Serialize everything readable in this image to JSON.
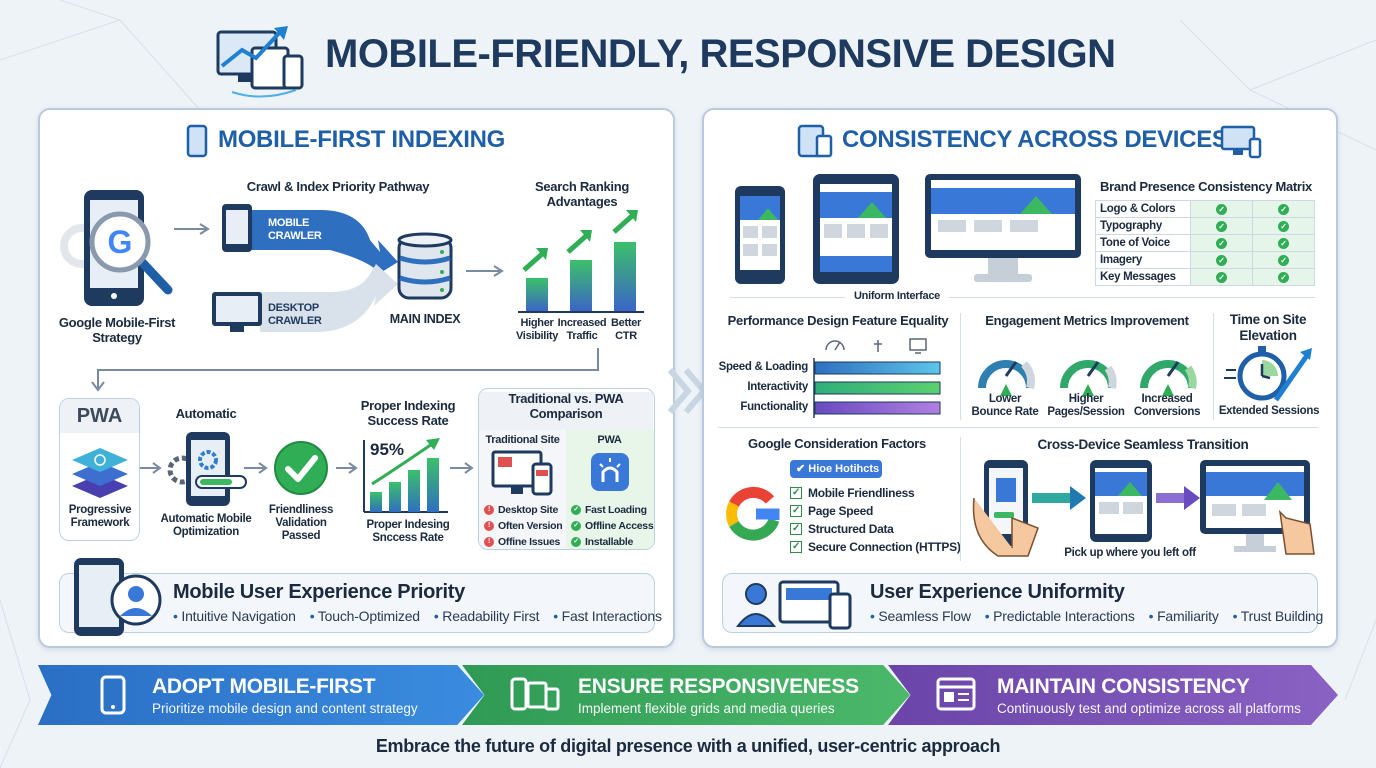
{
  "title": "MOBILE-FRIENDLY, RESPONSIVE DESIGN",
  "left": {
    "header": "MOBILE-FIRST INDEXING",
    "google_strategy_label": "Google Mobile-First\nStrategy",
    "crawl_title": "Crawl & Index Priority Pathway",
    "mobile_crawler": "MOBILE\nCRAWLER",
    "desktop_crawler": "DESKTOP\nCRAWLER",
    "main_index": "MAIN INDEX",
    "ranking_title": "Search Ranking\nAdvantages",
    "ranking_labels": [
      "Higher\nVisibility",
      "Increased\nTraffic",
      "Better\nCTR"
    ],
    "pwa_logo": "PWA",
    "pwa_label": "Progressive\nFramework",
    "automatic_title": "Automatic",
    "automatic_label": "Automatic Mobile\nOptimization",
    "validation_label": "Friendliness\nValidation\nPassed",
    "indexing_title": "Proper Indexing\nSuccess Rate",
    "indexing_percent": "95%",
    "indexing_label": "Proper Indesing\nSnccess Rate",
    "comparison": {
      "title": "Traditional vs. PWA\nComparison",
      "traditional": {
        "heading": "Traditional Site",
        "items": [
          "Desktop Site",
          "Often Version",
          "Offine Issues"
        ]
      },
      "pwa": {
        "heading": "PWA",
        "items": [
          "Fast Loading",
          "Offline Access",
          "Installable"
        ]
      }
    },
    "ux": {
      "title": "Mobile User Experience Priority",
      "bullets": [
        "Intuitive Navigation",
        "Touch-Optimized",
        "Readability First",
        "Fast Interactions"
      ]
    }
  },
  "right": {
    "header": "CONSISTENCY ACROSS DEVICES",
    "uniform_label": "Uniform Interface",
    "matrix": {
      "title": "Brand Presence Consistency Matrix",
      "rows": [
        "Logo & Colors",
        "Typography",
        "Tone of Voice",
        "Imagery",
        "Key Messages"
      ]
    },
    "performance": {
      "title": "Performance Design Feature Equality",
      "bars": [
        "Speed & Loading",
        "Interactivity",
        "Functionality"
      ]
    },
    "engagement": {
      "title": "Engagement Metrics Improvement",
      "gauges": [
        "Lower\nBounce Rate",
        "Higher\nPages/Session",
        "Increased\nConversions"
      ]
    },
    "time_on_site": {
      "title": "Time on Site\nElevation",
      "label": "Extended Sessions"
    },
    "google_factors": {
      "title": "Google Consideration Factors",
      "badge": "Hioe Hotihcts",
      "items": [
        "Mobile Friendliness",
        "Page Speed",
        "Structured Data",
        "Secure Connection (HTTPS)"
      ]
    },
    "cross_device": {
      "title": "Cross-Device Seamless Transition",
      "label": "Pick up where you left off"
    },
    "ux": {
      "title": "User Experience Uniformity",
      "bullets": [
        "Seamless Flow",
        "Predictable Interactions",
        "Familiarity",
        "Trust Building"
      ]
    }
  },
  "banners": [
    {
      "title": "ADOPT MOBILE-FIRST",
      "subtitle": "Prioritize mobile design and content strategy",
      "color": "#2a6fc4"
    },
    {
      "title": "ENSURE RESPONSIVENESS",
      "subtitle": "Implement flexible grids and media queries",
      "color": "#36a15a"
    },
    {
      "title": "MAINTAIN CONSISTENCY",
      "subtitle": "Continuously test and optimize across all platforms",
      "color": "#7b4fb0"
    }
  ],
  "footer": "Embrace the future of digital presence with a unified, user-centric approach"
}
